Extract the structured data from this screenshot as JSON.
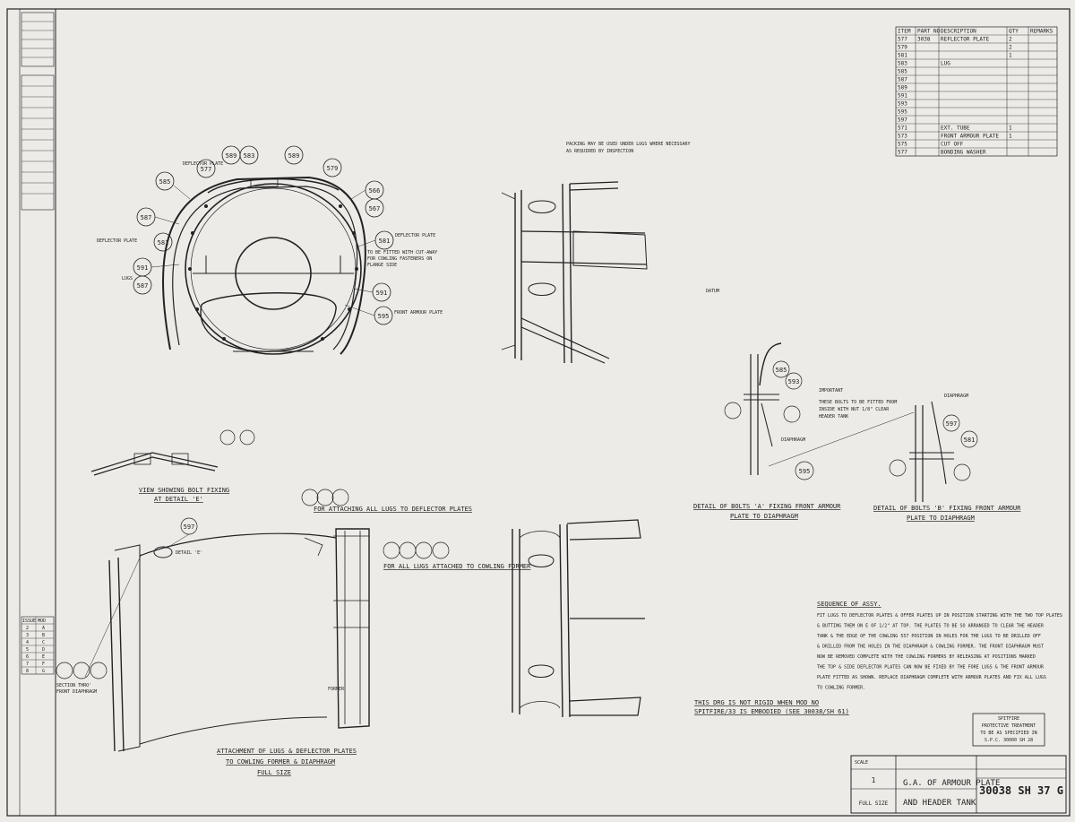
{
  "colors": {
    "paper": "#ecebe7",
    "ink": "#222222"
  },
  "title_block": {
    "title_line1": "G.A. OF ARMOUR PLATE",
    "title_line2": "AND HEADER TANK",
    "drawing_no": "30038 SH 37 G",
    "scale_label": "SCALE",
    "scale_value": "1",
    "full_size": "FULL SIZE",
    "spitfire_note_1": "SPITFIRE",
    "spitfire_note_2": "PROTECTIVE TREATMENT",
    "spitfire_note_3": "TO BE AS SPECIFIED IN",
    "spitfire_note_4": "S.P.C. 30000 SH 28"
  },
  "captions": {
    "view_bolt_fixing": "VIEW SHOWING BOLT FIXING",
    "at_detail_e": "AT DETAIL 'E'",
    "attach_lugs_deflector": "FOR ATTACHING ALL LUGS TO DEFLECTOR PLATES",
    "all_lugs_cowling": "FOR ALL LUGS ATTACHED TO COWLING FORMER",
    "detail_a_1": "DETAIL OF BOLTS 'A' FIXING FRONT ARMOUR",
    "detail_a_2": "PLATE TO DIAPHRAGM",
    "detail_b_1": "DETAIL OF BOLTS 'B' FIXING FRONT ARMOUR",
    "detail_b_2": "PLATE TO DIAPHRAGM",
    "attachment_1": "ATTACHMENT OF LUGS & DEFLECTOR PLATES",
    "attachment_2": "TO COWLING FORMER & DIAPHRAGM",
    "attachment_3": "FULL SIZE",
    "not_rigid_1": "THIS DRG IS NOT RIGID WHEN MOD NO",
    "not_rigid_2": "SPITFIRE/33 IS EMBODIED (SEE 30038/SH 61)",
    "sequence_title": "SEQUENCE OF ASSY.",
    "sequence_lines": [
      "FIT LUGS TO DEFLECTOR PLATES & OFFER PLATES UP IN POSITION STARTING WITH THE TWO TOP PLATES",
      "& BUTTING THEM ON E OF 1/2\" AT TOP. THE PLATES TO BE SO ARRANGED TO CLEAR THE HEADER",
      "TANK & THE EDGE OF THE COWLING 557 POSITION IN HOLES FOR THE LUGS TO BE DRILLED OFF",
      "& DRILLED FROM THE HOLES IN THE DIAPHRAGM & COWLING FORMER. THE FRONT DIAPHRAGM MUST",
      "NOW BE REMOVED COMPLETE WITH THE COWLING FORMERS BY RELEASING AT POSITIONS MARKED",
      "THE TOP & SIDE DEFLECTOR PLATES CAN NOW BE FIXED BY THE FORE LUGS & THE FRONT ARMOUR",
      "PLATE FITTED AS SHOWN. REPLACE DIAPHRAGM COMPLETE WITH ARMOUR PLATES AND FIX ALL LUGS",
      "TO COWLING FORMER."
    ],
    "important_1": "IMPORTANT",
    "important_2": "THESE BOLTS TO BE FITTED FROM",
    "important_3": "INSIDE WITH NUT 1/8\" CLEAR",
    "important_4": "HEADER TANK",
    "diaphragm": "DIAPHRAGM",
    "datum": "DATUM",
    "deflector_plate": "DEFLECTOR PLATE",
    "lugs": "LUGS",
    "front_armour_plate": "FRONT ARMOUR PLATE",
    "to_be_fitted": "TO BE FITTED WITH CUT-AWAY",
    "for_cowling": "FOR COWLING FASTENERS ON",
    "flange_side": "FLANGE SIDE",
    "detail_e": "DETAIL 'E'",
    "former": "FORMER",
    "section_through": "SECTION THRO'",
    "front_diaphragm": "FRONT DIAPHRAGM",
    "packing_note": "PACKING MAY BE USED UNDER LUGS WHERE NECESSARY",
    "packing_note2": "AS REQUIRED BY INSPECTION"
  },
  "balloons": {
    "b585": "585",
    "b577": "577",
    "b589": "589",
    "b583": "583",
    "b579": "579",
    "b566": "566",
    "b587": "587",
    "b581": "581",
    "b591": "591",
    "b595": "595",
    "b593": "593",
    "b597": "597",
    "b567": "567"
  },
  "parts_table": {
    "headers": [
      "ITEM",
      "PART NO.",
      "DESCRIPTION",
      "QTY",
      "REMARKS"
    ],
    "rows": [
      [
        "577",
        "3038",
        "REFLECTOR PLATE",
        "2",
        ""
      ],
      [
        "579",
        "",
        "",
        "2",
        ""
      ],
      [
        "581",
        "",
        "",
        "1",
        ""
      ],
      [
        "583",
        "",
        "LUG",
        "",
        ""
      ],
      [
        "585",
        "",
        "",
        "",
        ""
      ],
      [
        "587",
        "",
        "",
        "",
        ""
      ],
      [
        "589",
        "",
        "",
        "",
        ""
      ],
      [
        "591",
        "",
        "",
        "",
        ""
      ],
      [
        "593",
        "",
        "",
        "",
        ""
      ],
      [
        "595",
        "",
        "",
        "",
        ""
      ],
      [
        "597",
        "",
        "",
        "",
        ""
      ],
      [
        "571",
        "",
        "EXT. TUBE",
        "1",
        ""
      ],
      [
        "573",
        "",
        "FRONT ARMOUR PLATE",
        "1",
        ""
      ],
      [
        "575",
        "",
        "CUT OFF",
        "",
        ""
      ],
      [
        "577",
        "",
        "BONDING WASHER",
        "",
        ""
      ]
    ]
  },
  "revision_table": {
    "headers": [
      "ISSUE",
      "MOD"
    ],
    "rows": [
      [
        "2",
        "A"
      ],
      [
        "3",
        "B"
      ],
      [
        "4",
        "C"
      ],
      [
        "5",
        "D"
      ],
      [
        "6",
        "E"
      ],
      [
        "7",
        "F"
      ],
      [
        "8",
        "G"
      ]
    ]
  }
}
